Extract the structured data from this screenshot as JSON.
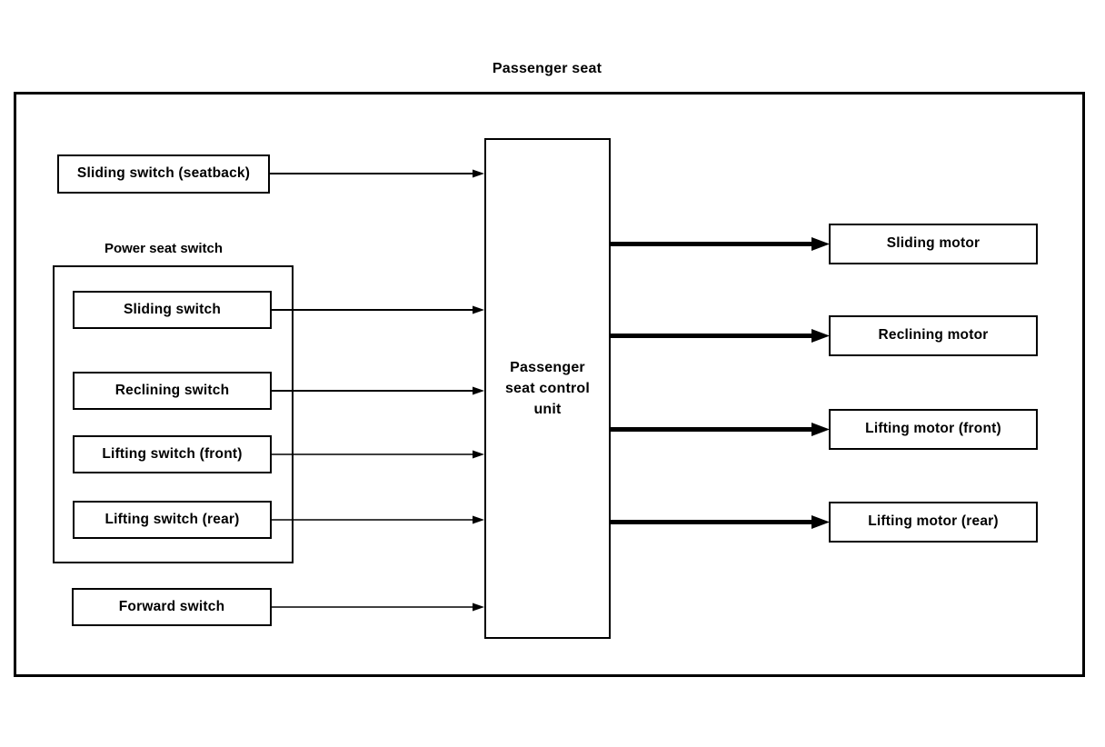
{
  "diagram": {
    "title": "Passenger seat",
    "inputs": {
      "seatback_switch": "Sliding switch (seatback)",
      "forward_switch": "Forward switch"
    },
    "power_seat_switch_group": {
      "label": "Power seat switch",
      "switches": [
        "Sliding switch",
        "Reclining switch",
        "Lifting switch (front)",
        "Lifting switch (rear)"
      ]
    },
    "control_unit": {
      "label": "Passenger seat control unit",
      "lines": [
        "Passenger",
        "seat control",
        "unit"
      ]
    },
    "outputs": [
      "Sliding motor",
      "Reclining motor",
      "Lifting motor (front)",
      "Lifting motor (rear)"
    ],
    "colors": {
      "line": "#000000",
      "background": "#ffffff"
    }
  }
}
